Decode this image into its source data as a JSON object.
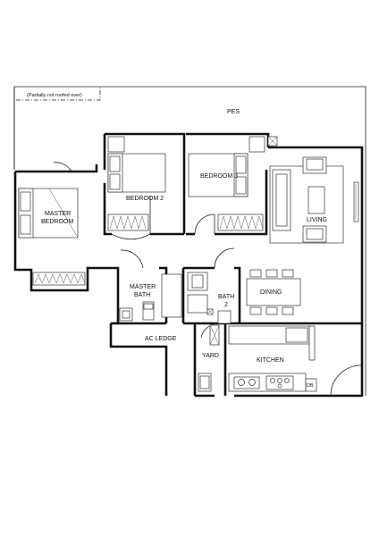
{
  "plan": {
    "note": "(Partially not roofed over)",
    "rooms": {
      "pes": "PES",
      "master_bedroom_line1": "MASTER",
      "master_bedroom_line2": "BEDROOM",
      "bedroom2": "BEDROOM 2",
      "bedroom3": "BEDROOM 3",
      "living": "LIVING",
      "master_bath_line1": "MASTER",
      "master_bath_line2": "BATH",
      "bath2_line1": "BATH",
      "bath2_line2": "2",
      "dining": "DINING",
      "ac_ledge": "AC LEDGE",
      "yard": "YARD",
      "kitchen": "KITCHEN",
      "db": "DB"
    }
  }
}
